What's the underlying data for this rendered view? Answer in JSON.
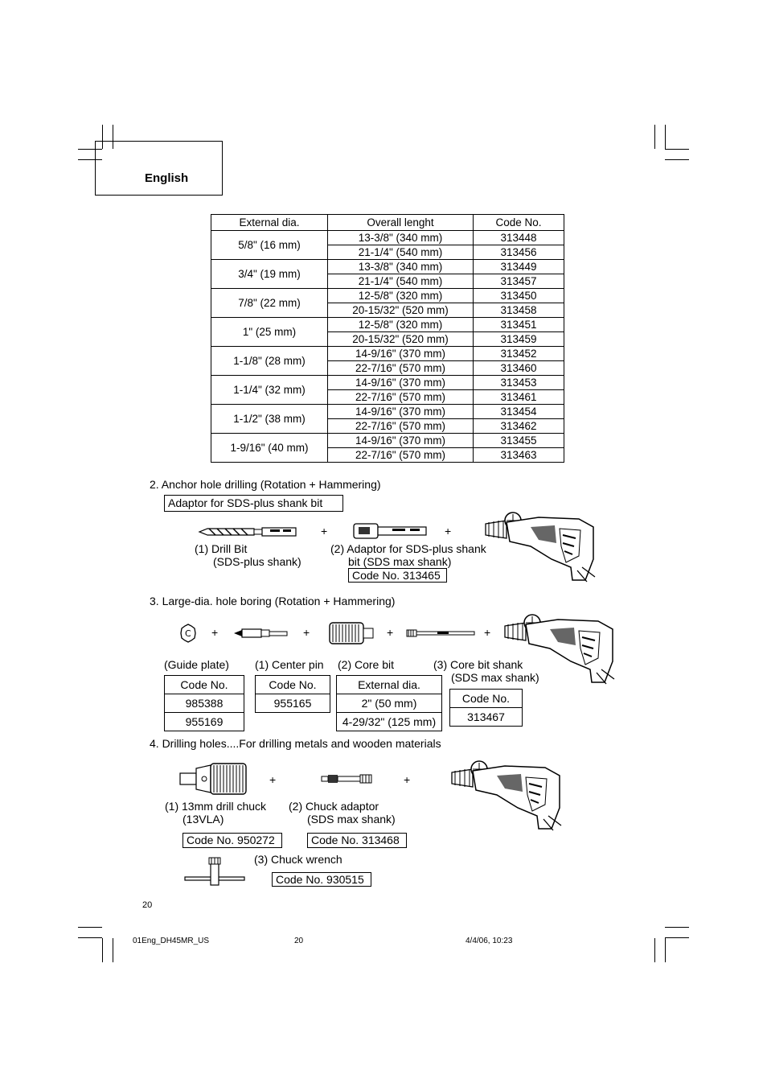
{
  "header": {
    "language": "English"
  },
  "bit_table": {
    "headers": [
      "External dia.",
      "Overall lenght",
      "Code No."
    ],
    "groups": [
      {
        "dia": "5/8\" (16 mm)",
        "rows": [
          [
            "13-3/8\" (340 mm)",
            "313448"
          ],
          [
            "21-1/4\" (540 mm)",
            "313456"
          ]
        ]
      },
      {
        "dia": "3/4\" (19 mm)",
        "rows": [
          [
            "13-3/8\" (340 mm)",
            "313449"
          ],
          [
            "21-1/4\" (540 mm)",
            "313457"
          ]
        ]
      },
      {
        "dia": "7/8\" (22 mm)",
        "rows": [
          [
            "12-5/8\" (320 mm)",
            "313450"
          ],
          [
            "20-15/32\" (520 mm)",
            "313458"
          ]
        ]
      },
      {
        "dia": "1\" (25 mm)",
        "rows": [
          [
            "12-5/8\" (320 mm)",
            "313451"
          ],
          [
            "20-15/32\" (520 mm)",
            "313459"
          ]
        ]
      },
      {
        "dia": "1-1/8\" (28 mm)",
        "rows": [
          [
            "14-9/16\" (370 mm)",
            "313452"
          ],
          [
            "22-7/16\" (570 mm)",
            "313460"
          ]
        ]
      },
      {
        "dia": "1-1/4\" (32 mm)",
        "rows": [
          [
            "14-9/16\" (370 mm)",
            "313453"
          ],
          [
            "22-7/16\" (570 mm)",
            "313461"
          ]
        ]
      },
      {
        "dia": "1-1/2\" (38 mm)",
        "rows": [
          [
            "14-9/16\" (370 mm)",
            "313454"
          ],
          [
            "22-7/16\" (570 mm)",
            "313462"
          ]
        ]
      },
      {
        "dia": "1-9/16\" (40 mm)",
        "rows": [
          [
            "14-9/16\" (370 mm)",
            "313455"
          ],
          [
            "22-7/16\" (570 mm)",
            "313463"
          ]
        ]
      }
    ]
  },
  "section2": {
    "heading": "2.  Anchor hole drilling (Rotation + Hammering)",
    "adaptor_label": "Adaptor for SDS-plus shank bit",
    "plus": "+",
    "item1_line1": "(1) Drill Bit",
    "item1_line2": "(SDS-plus shank)",
    "item2_line1": "(2) Adaptor for SDS-plus shank",
    "item2_line2": "bit (SDS max shank)",
    "item2_code": "Code No. 313465"
  },
  "section3": {
    "heading": "3.  Large-dia. hole boring (Rotation + Hammering)",
    "plus": "+",
    "guide_label": "(Guide plate)",
    "guide_codes": [
      "Code No.",
      "985388",
      "955169"
    ],
    "pin_label": "(1) Center pin",
    "pin_codes": [
      "Code No.",
      "955165"
    ],
    "core_label": "(2) Core bit",
    "core_codes": [
      "External dia.",
      "2\" (50 mm)",
      "4-29/32\" (125 mm)"
    ],
    "shank_label_line1": "(3)  Core bit shank",
    "shank_label_line2": "(SDS max shank)",
    "shank_codes": [
      "Code No.",
      "313467"
    ]
  },
  "section4": {
    "heading": "4.  Drilling holes....For drilling metals and wooden materials",
    "plus": "+",
    "chuck_line1": "(1)  13mm drill chuck",
    "chuck_line2": "(13VLA)",
    "chuck_code": "Code No. 950272",
    "adaptor_line1": "(2)  Chuck adaptor",
    "adaptor_line2": "(SDS max shank)",
    "adaptor_code": "Code No. 313468",
    "wrench_label": "(3) Chuck wrench",
    "wrench_code": "Code No. 930515"
  },
  "footer": {
    "page_number": "20",
    "file_name": "01Eng_DH45MR_US",
    "sheet": "20",
    "timestamp": "4/4/06, 10:23"
  }
}
